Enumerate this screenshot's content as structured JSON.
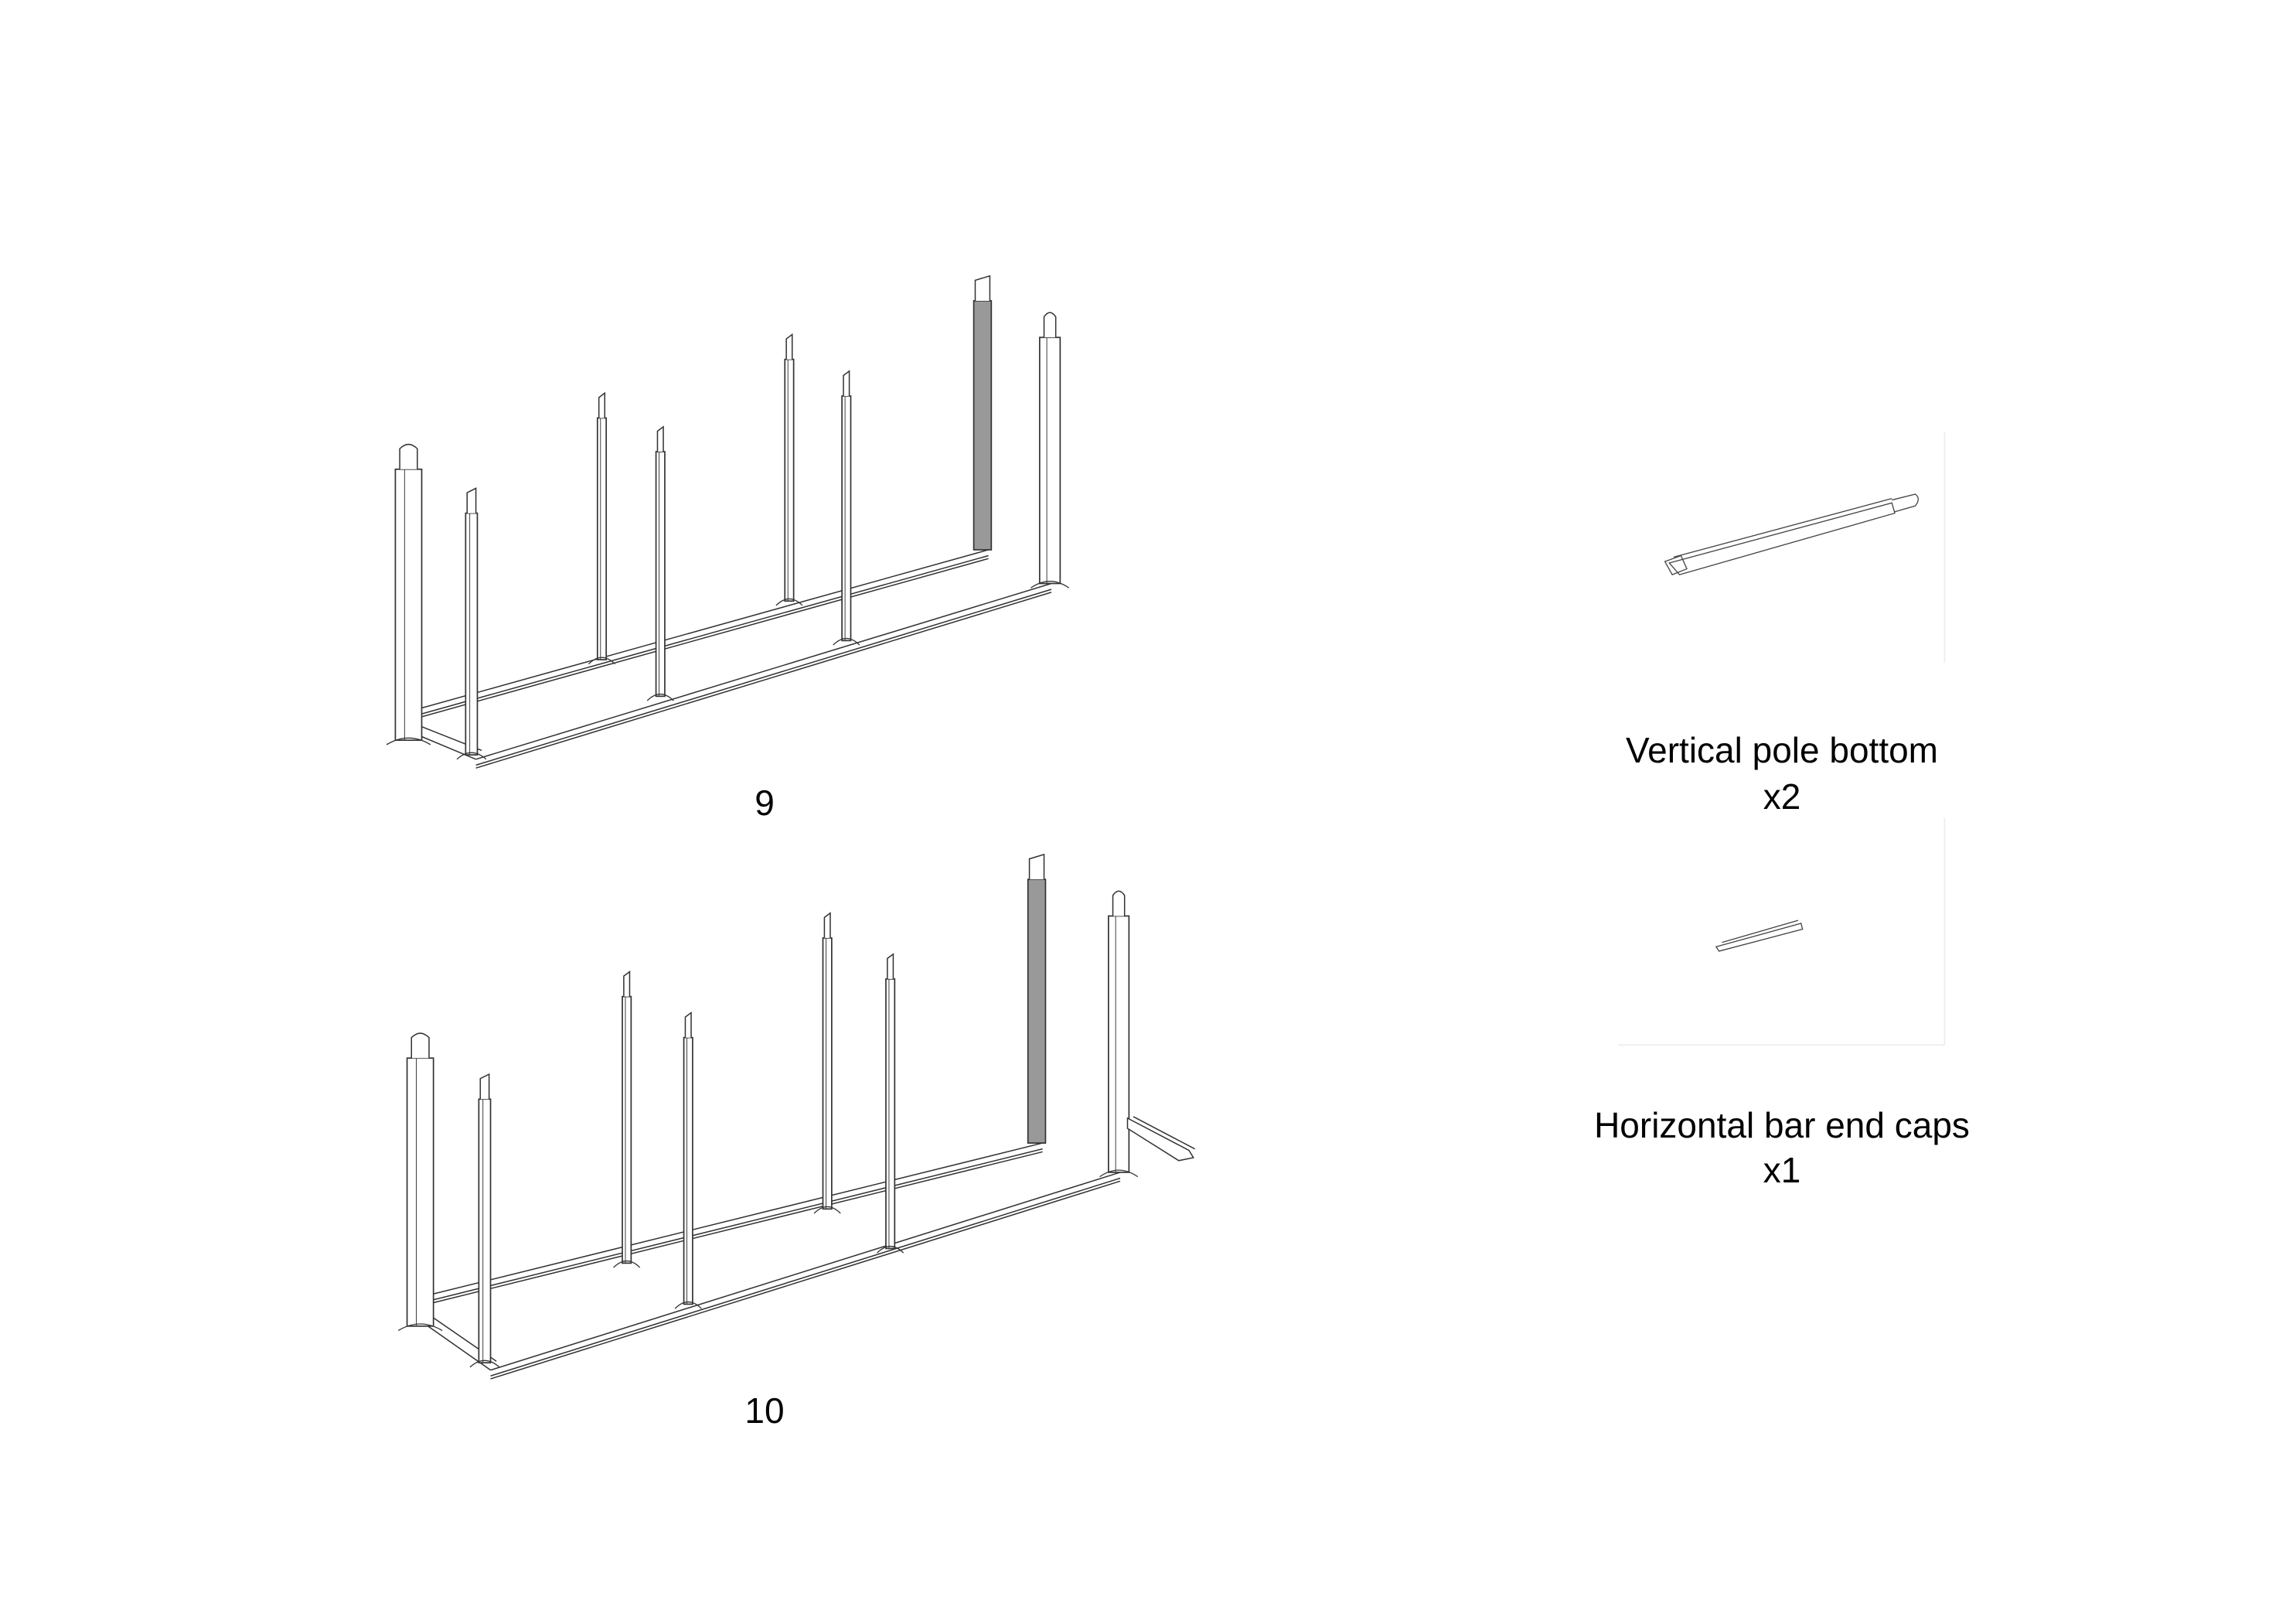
{
  "steps": [
    {
      "number": "9"
    },
    {
      "number": "10"
    }
  ],
  "parts": [
    {
      "name": "Vertical pole bottom",
      "quantity": "x2"
    },
    {
      "name": "Horizontal bar end caps",
      "quantity": "x1"
    }
  ],
  "colors": {
    "line": "#333333",
    "frame_box": "#eeeeee"
  }
}
